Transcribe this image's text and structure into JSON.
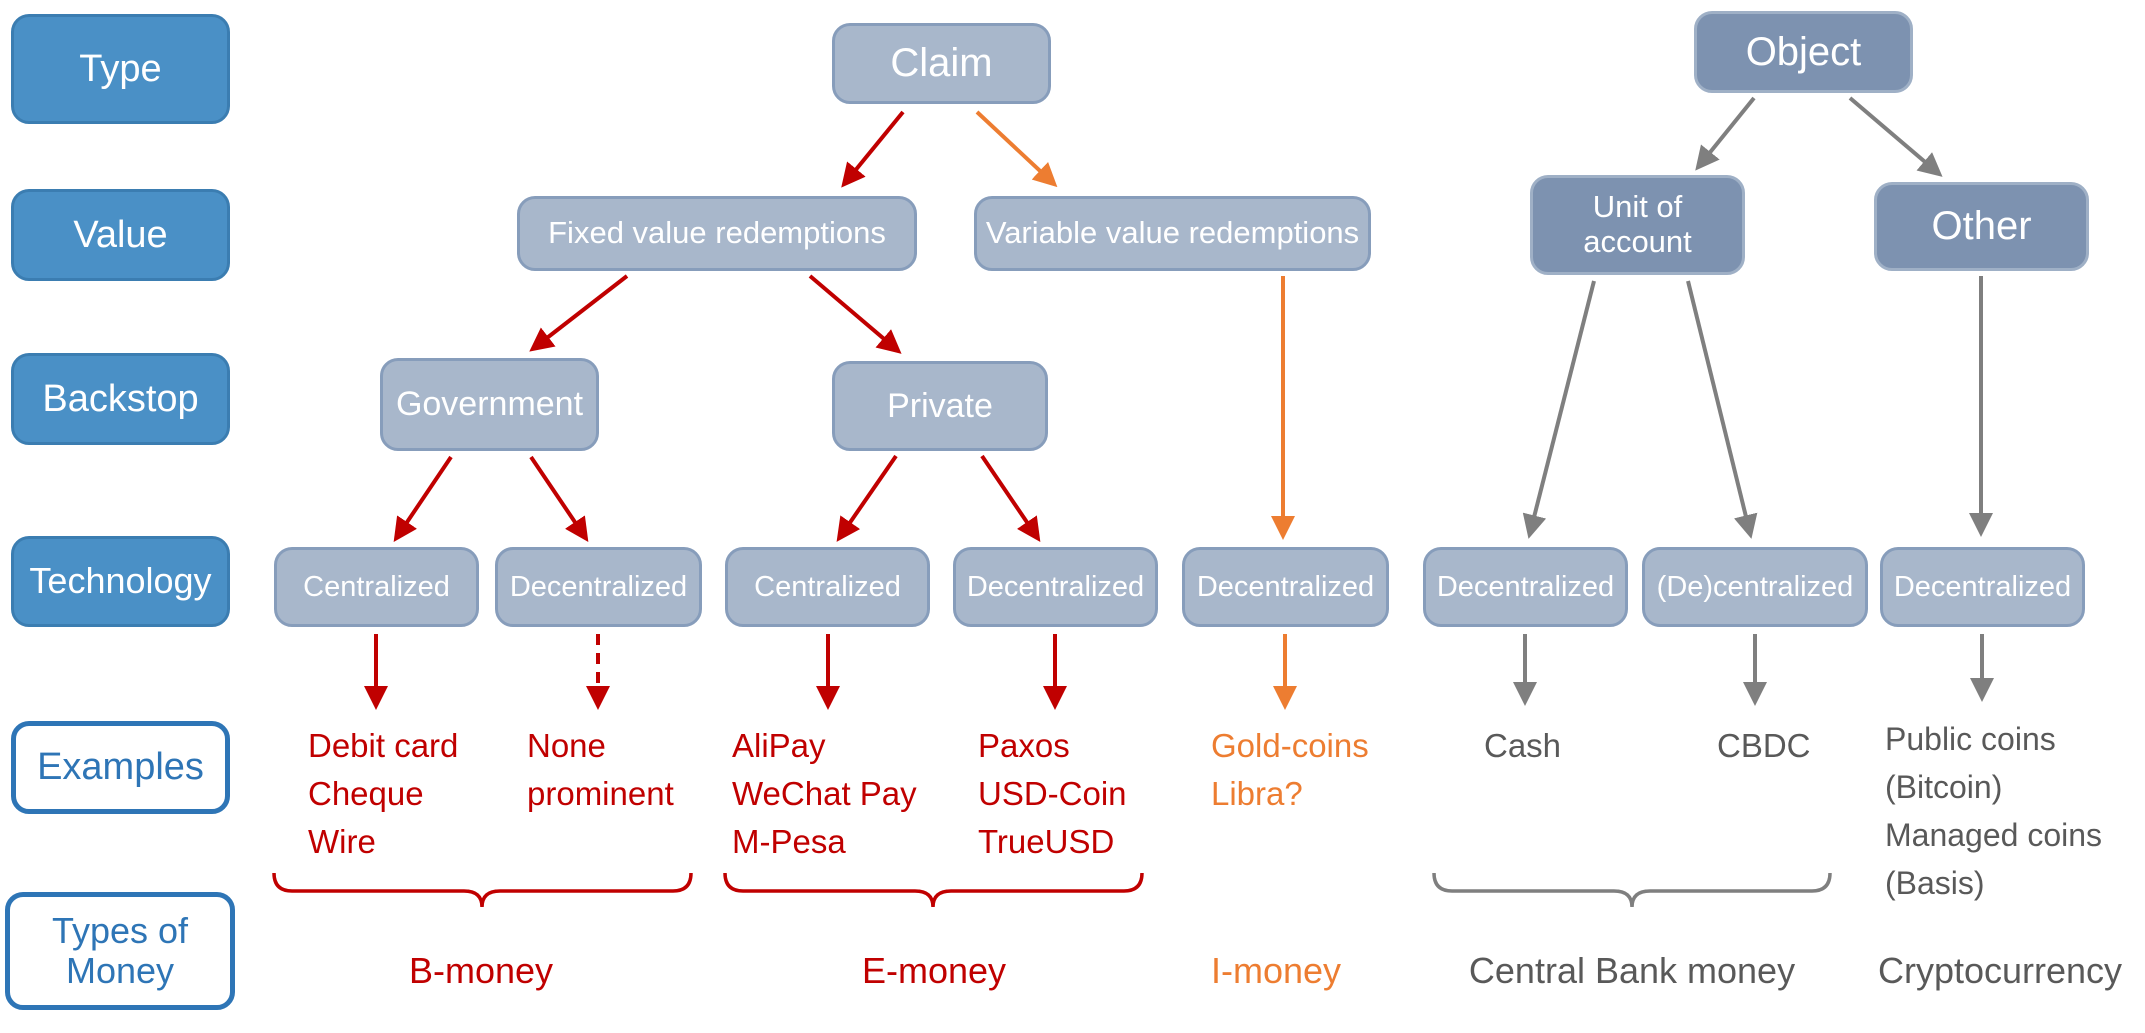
{
  "row_labels": {
    "type": "Type",
    "value": "Value",
    "backstop": "Backstop",
    "technology": "Technology",
    "examples": "Examples",
    "types_of_money": "Types of\nMoney"
  },
  "nodes": {
    "claim": "Claim",
    "object": "Object",
    "fixed_value": "Fixed value redemptions",
    "variable_value": "Variable value redemptions",
    "unit_of_account": "Unit of account",
    "other": "Other",
    "government": "Government",
    "private": "Private",
    "tech_gov_centralized": "Centralized",
    "tech_gov_decentralized": "Decentralized",
    "tech_priv_centralized": "Centralized",
    "tech_priv_decentralized": "Decentralized",
    "tech_variable_decentralized": "Decentralized",
    "tech_uoa_decentralized": "Decentralized",
    "tech_uoa_de_centralized": "(De)centralized",
    "tech_other_decentralized": "Decentralized"
  },
  "examples": {
    "government_centralized": "Debit card\nCheque\nWire",
    "government_decentralized": "None\nprominent",
    "private_centralized": "AliPay\nWeChat Pay\nM-Pesa",
    "private_decentralized": "Paxos\nUSD-Coin\nTrueUSD",
    "variable_decentralized": "Gold-coins\nLibra?",
    "unit_of_account_decentralized": "Cash",
    "unit_of_account_de_centralized": "CBDC",
    "other_decentralized": "Public coins\n(Bitcoin)\nManaged coins\n(Basis)"
  },
  "money_types": {
    "b_money": "B-money",
    "e_money": "E-money",
    "i_money": "I-money",
    "central_bank_money": "Central Bank money",
    "cryptocurrency": "Cryptocurrency"
  },
  "colors": {
    "claim_branch_red": "#C00000",
    "variable_branch_orange": "#ED7D31",
    "object_branch_gray": "#7F7F7F",
    "gray_text": "#595959",
    "row_label_blue": "#4A90C6",
    "outlined_label_blue": "#2E75B6",
    "node_light_fill": "#A8B7CB",
    "node_dark_fill": "#7D92B0"
  }
}
